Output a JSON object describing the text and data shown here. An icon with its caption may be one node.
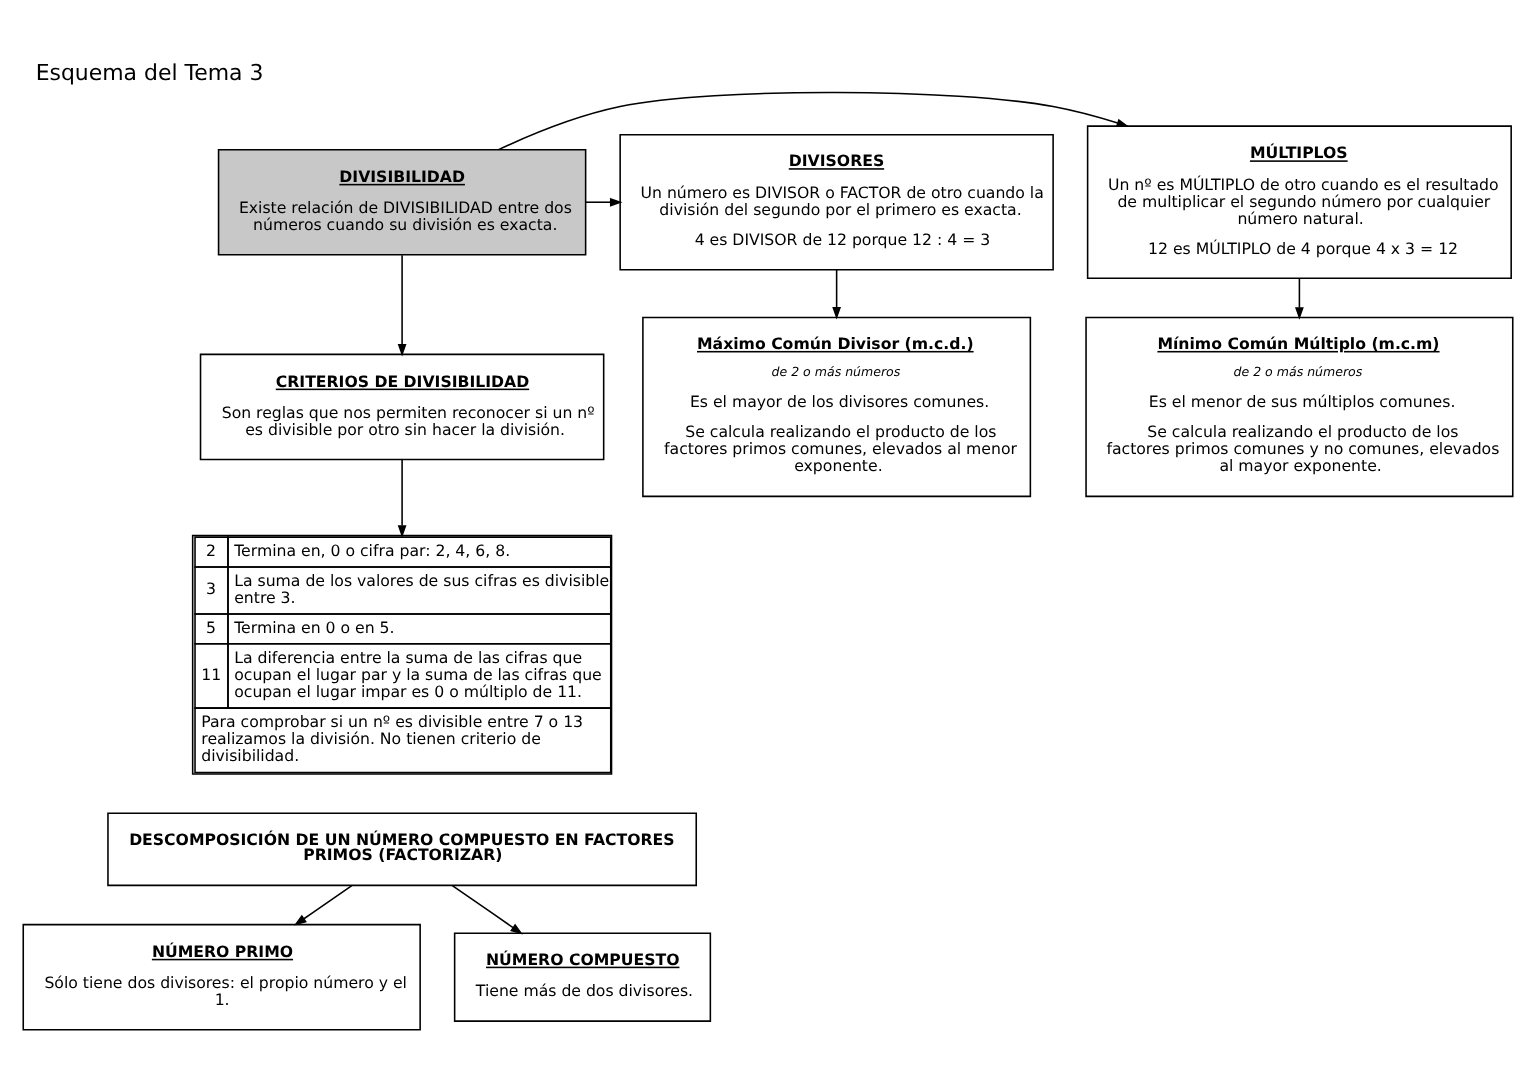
{
  "diagram": {
    "title": "Esquema del Tema 3",
    "nodes": [
      {
        "text": [
          "MÚLTIPLOS",
          "Un nº es MÚLTIPLO de otro cuando es el resultado de multiplicar el segundo número por cualquier número natural.",
          "12 es MÚLTIPLO de 4 porque 4 x 3 = 12"
        ]
      },
      {
        "text": [
          "DIVISIBILIDAD",
          "Existe relación de DIVISIBILIDAD entre dos números cuando su división es exacta."
        ]
      },
      {
        "text": [
          "DIVISORES",
          "Un número es DIVISOR o FACTOR de otro cuando la división del segundo por el primero es exacta.",
          "4 es DIVISOR de 12 porque 12 : 4 = 3"
        ]
      },
      {
        "text": [
          "Mínimo Común Múltiplo (m.c.m)",
          "de 2 o más números",
          "Es el menor de sus múltiplos comunes.",
          "Se calcula realizando el producto de los factores primos comunes y no comunes, elevados al mayor exponente."
        ]
      },
      {
        "text": [
          "CRITERIOS DE DIVISIBILIDAD",
          "Son reglas que nos permiten reconocer si un nº es divisible por otro sin hacer la división."
        ]
      },
      {
        "text": [
          "Máximo Común Divisor (m.c.d.)",
          "de 2 o más números",
          "Es el mayor de los divisores comunes.",
          "Se calcula realizando el producto de los factores primos comunes, elevados al menor exponente."
        ]
      },
      {
        "text": [
          "2",
          "Termina en, 0 o cifra par: 2, 4, 6, 8.",
          "3",
          "La suma de los valores de sus cifras es divisible entre 3.",
          "5",
          "Termina en 0 o en 5.",
          "11",
          "La diferencia entre la suma de las cifras que ocupan el lugar par y la suma de las cifras que ocupan el lugar impar es 0 o múltiplo de 11.",
          "Para comprobar si un nº es divisible entre 7 o 13 realizamos la división. No tienen criterio de divisibilidad."
        ]
      },
      {
        "text": [
          "DESCOMPOSICIÓN DE UN NÚMERO COMPUESTO EN FACTORES PRIMOS (FACTORIZAR)"
        ]
      },
      {
        "text": [
          "NÚMERO PRIMO",
          "Sólo tiene dos divisores: el propio número y el 1."
        ]
      },
      {
        "text": [
          "NÚMERO COMPUESTO",
          "Tiene más de dos divisores."
        ]
      }
    ],
    "edges": [
      {
        "from": 1,
        "to": 0,
        "arrow": "to"
      },
      {
        "from": 1,
        "to": 2,
        "arrow": "to"
      },
      {
        "from": 0,
        "to": 3,
        "arrow": "to"
      },
      {
        "from": 1,
        "to": 4,
        "arrow": "to"
      },
      {
        "from": 2,
        "to": 5,
        "arrow": "to"
      },
      {
        "from": 4,
        "to": 6,
        "arrow": "to"
      },
      {
        "from": 7,
        "to": 8,
        "arrow": "to"
      },
      {
        "from": 7,
        "to": 9,
        "arrow": "to"
      }
    ]
  }
}
